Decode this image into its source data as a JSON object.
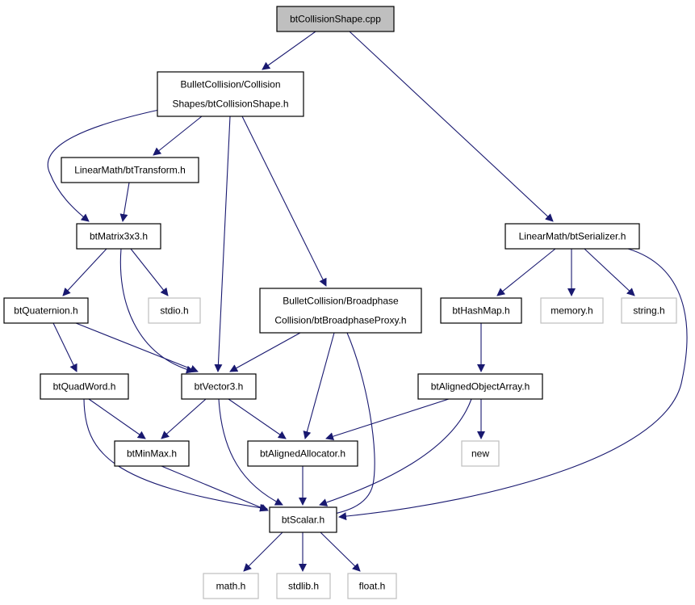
{
  "colors": {
    "edge": "#191970",
    "root_fill": "#bfbfbf",
    "node_border": "#000000",
    "external_border": "#bfbfbf",
    "background": "#ffffff"
  },
  "nodes": {
    "root": [
      "btCollisionShape.cpp"
    ],
    "collisionshape": [
      "BulletCollision/Collision",
      "Shapes/btCollisionShape.h"
    ],
    "transform": [
      "LinearMath/btTransform.h"
    ],
    "matrix": [
      "btMatrix3x3.h"
    ],
    "serializer": [
      "LinearMath/btSerializer.h"
    ],
    "quaternion": [
      "btQuaternion.h"
    ],
    "stdio": [
      "stdio.h"
    ],
    "broadphase": [
      "BulletCollision/Broadphase",
      "Collision/btBroadphaseProxy.h"
    ],
    "hashmap": [
      "btHashMap.h"
    ],
    "memory": [
      "memory.h"
    ],
    "string": [
      "string.h"
    ],
    "quadword": [
      "btQuadWord.h"
    ],
    "vector3": [
      "btVector3.h"
    ],
    "alignedarray": [
      "btAlignedObjectArray.h"
    ],
    "minmax": [
      "btMinMax.h"
    ],
    "allocator": [
      "btAlignedAllocator.h"
    ],
    "new": [
      "new"
    ],
    "scalar": [
      "btScalar.h"
    ],
    "math": [
      "math.h"
    ],
    "stdlib": [
      "stdlib.h"
    ],
    "float": [
      "float.h"
    ]
  }
}
